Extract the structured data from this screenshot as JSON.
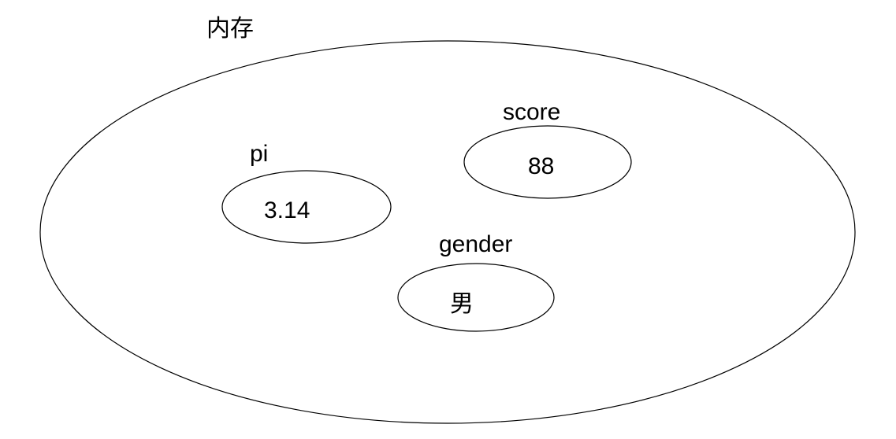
{
  "diagram": {
    "container_label": "内存",
    "variables": [
      {
        "name": "pi",
        "value": "3.14"
      },
      {
        "name": "score",
        "value": "88"
      },
      {
        "name": "gender",
        "value": "男"
      }
    ]
  },
  "colors": {
    "stroke": "#000000",
    "text": "#000000",
    "background": "#ffffff"
  }
}
